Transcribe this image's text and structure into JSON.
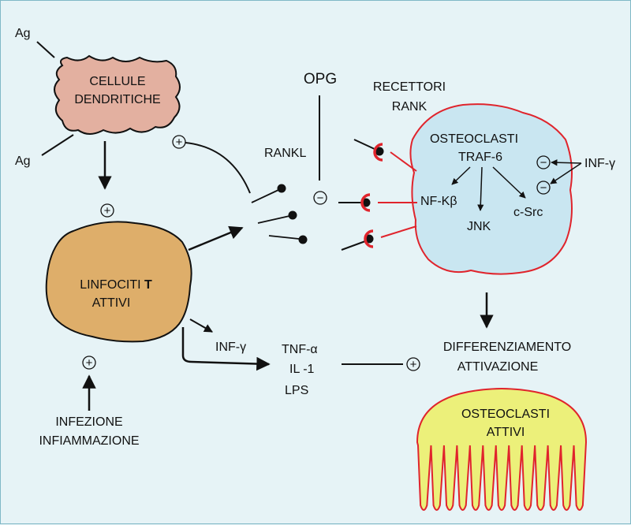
{
  "labels": {
    "ag_top": "Ag",
    "ag_bottom": "Ag",
    "dendritic_line1": "CELLULE",
    "dendritic_line2": "DENDRITICHE",
    "lymph_line1": "LINFOCITI",
    "lymph_bold": "T",
    "lymph_line2": "ATTIVI",
    "infection_line1": "INFEZIONE",
    "infection_line2": "INFIAMMAZIONE",
    "opg": "OPG",
    "rankl": "RANKL",
    "receptors_line1": "RECETTORI",
    "receptors_line2": "RANK",
    "osteoclast_title": "OSTEOCLASTI",
    "traf6": "TRAF-6",
    "nfkb": "NF-Kβ",
    "jnk": "JNK",
    "csrc": "c-Src",
    "inf_gamma_right": "INF-γ",
    "inf_gamma_left": "INF-γ",
    "tnf": "TNF-α",
    "il1": "IL -1",
    "lps": "LPS",
    "diff_line1": "DIFFERENZIAMENTO",
    "diff_line2": "ATTIVAZIONE",
    "active_line1": "OSTEOCLASTI",
    "active_line2": "ATTIVI"
  },
  "signs": {
    "plus": "+",
    "minus": "−"
  },
  "colors": {
    "background": "#e6f3f6",
    "dendritic_fill": "#e3b0a0",
    "lymphocyte_fill": "#deae6a",
    "osteoclast_fill": "#c9e6f1",
    "osteoclast_stroke": "#e0242c",
    "active_fill": "#ecf07a",
    "receptor_red": "#e0242c"
  }
}
